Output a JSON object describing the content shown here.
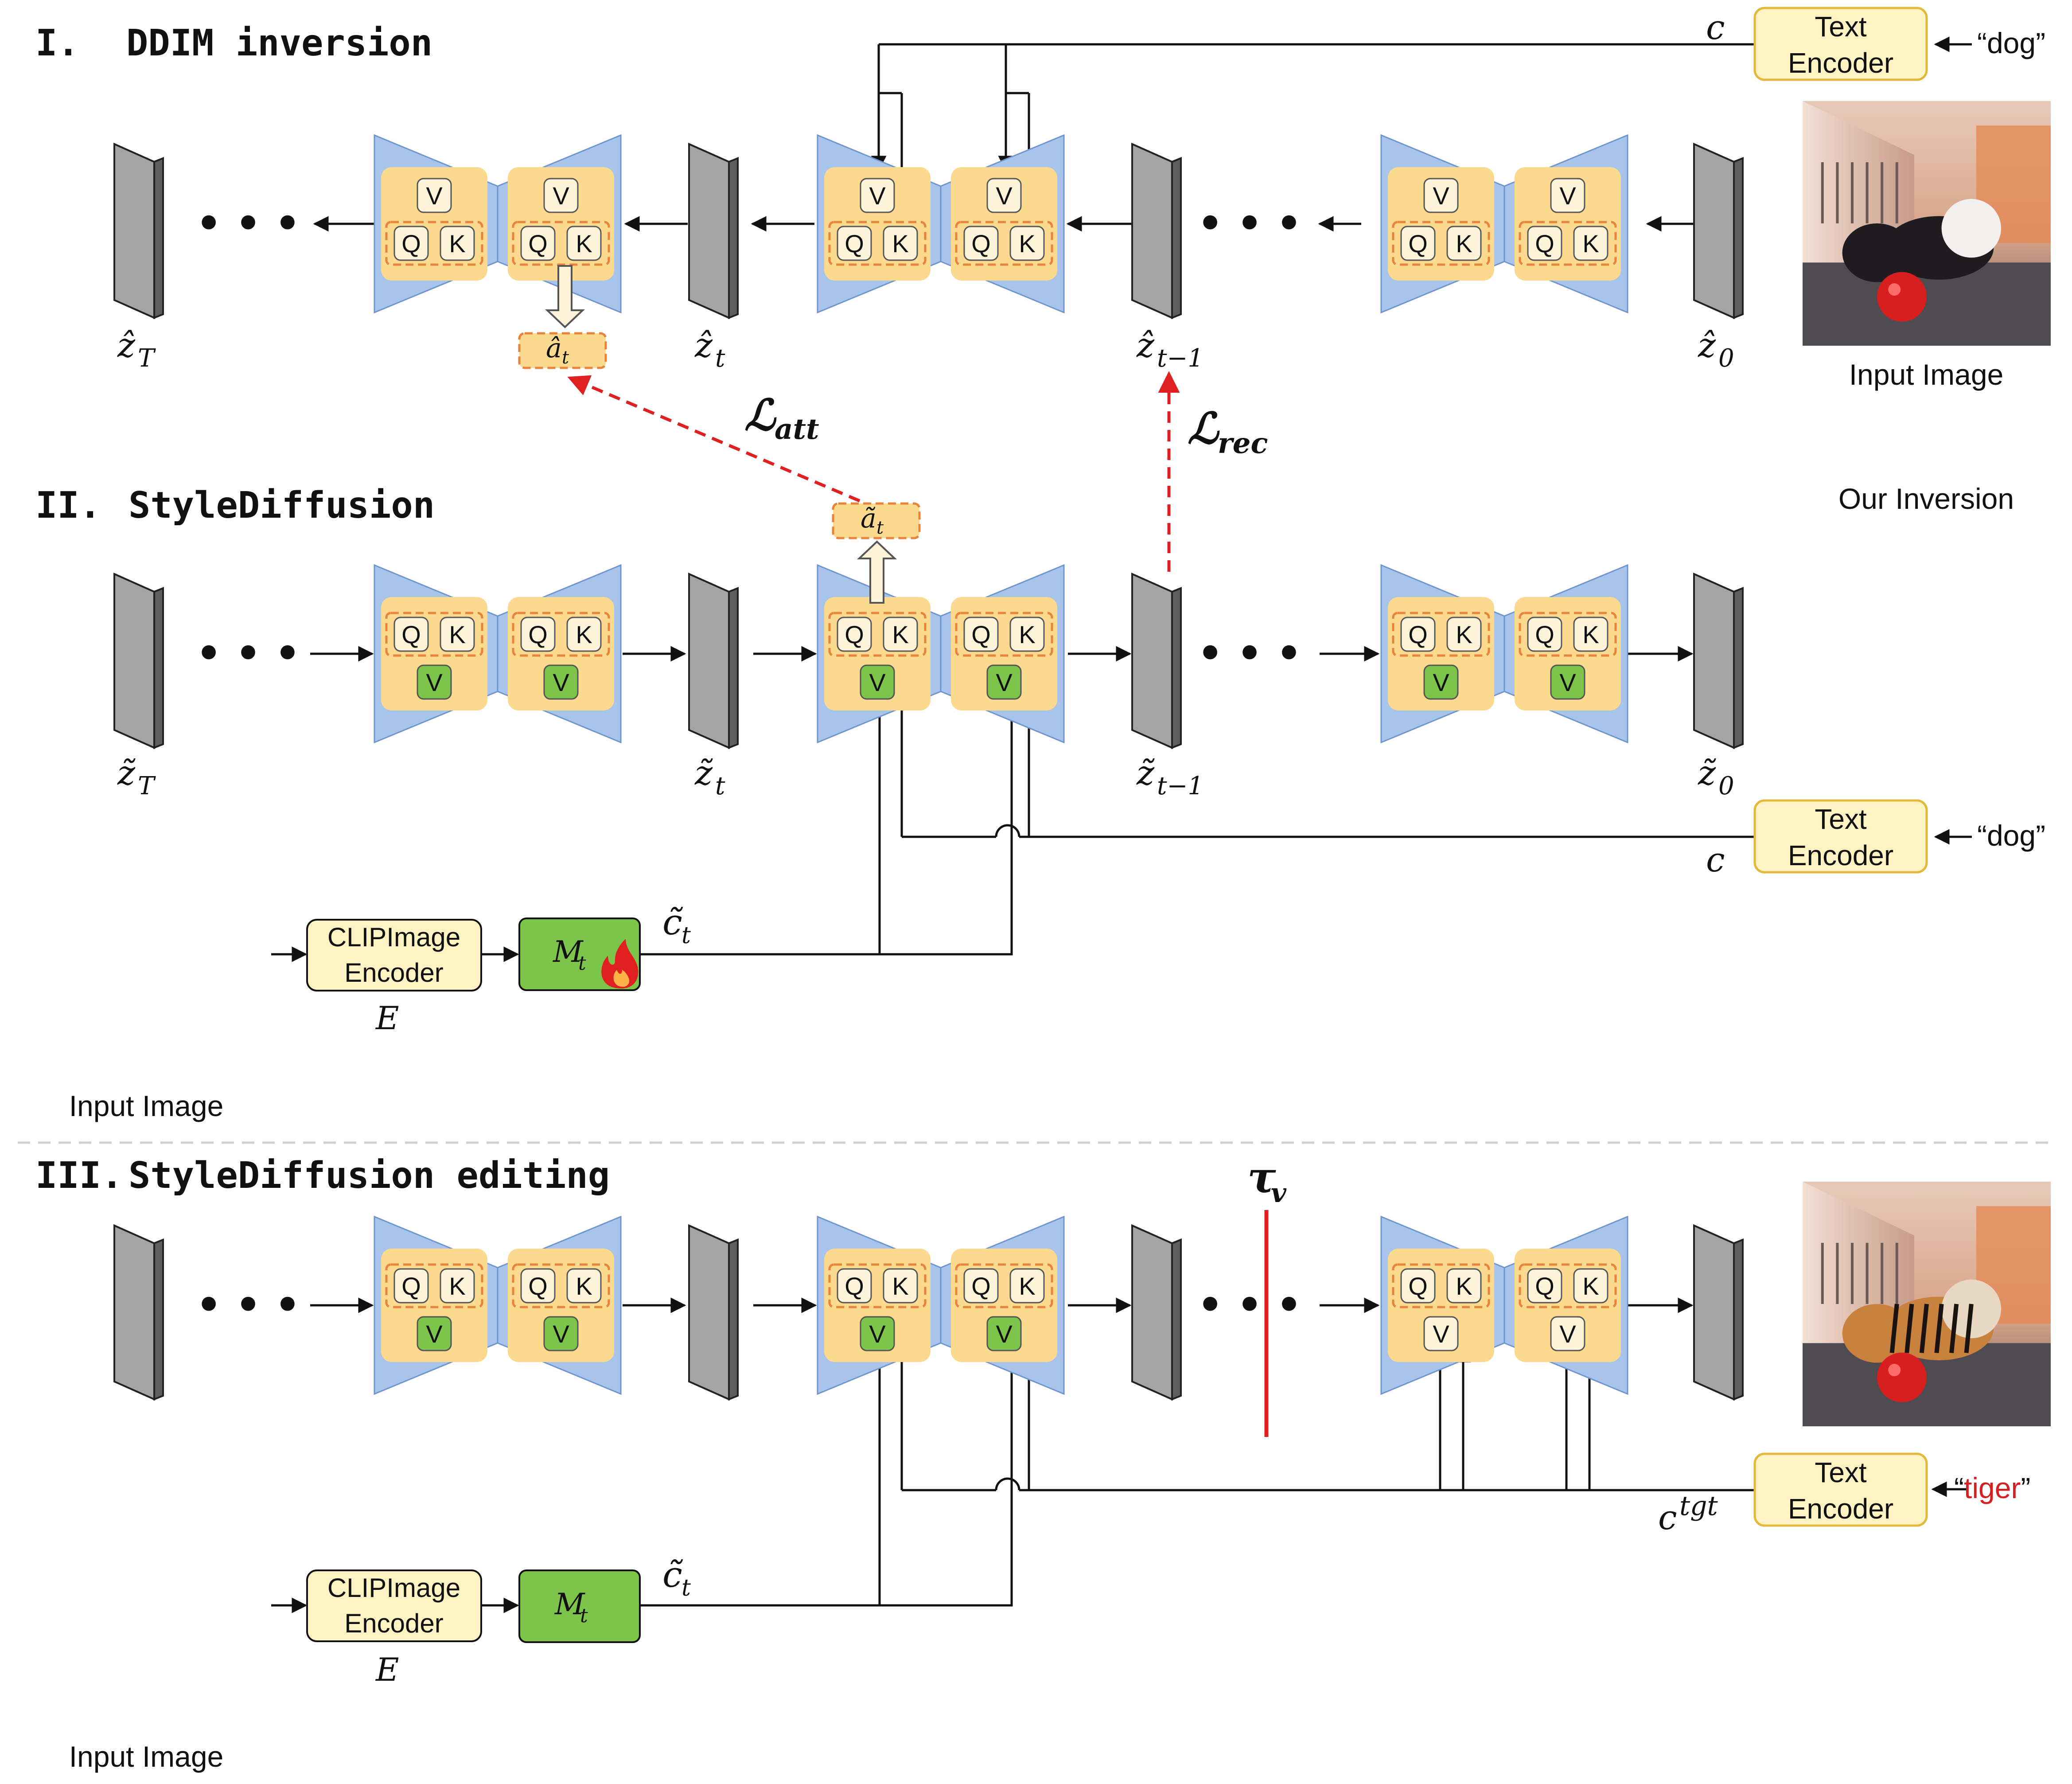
{
  "sections": [
    {
      "id": "I",
      "numeral": "I.",
      "title": "DDIM inversion"
    },
    {
      "id": "II",
      "numeral": "II.",
      "title": "StyleDiffusion"
    },
    {
      "id": "III",
      "numeral": "III.",
      "title": "StyleDiffusion editing"
    }
  ],
  "tokens": {
    "q": "Q",
    "k": "K",
    "v": "V"
  },
  "ellipsis": "• • •",
  "latents": {
    "row1": {
      "zT": "ẑ",
      "zT_sub": "T",
      "zt": "ẑ",
      "zt_sub": "t",
      "zt1": "ẑ",
      "zt1_sub": "t−1",
      "z0": "ẑ",
      "z0_sub": "0"
    },
    "row2": {
      "zT": "z̃",
      "zT_sub": "T",
      "zt": "z̃",
      "zt_sub": "t",
      "zt1": "z̃",
      "zt1_sub": "t−1",
      "z0": "z̃",
      "z0_sub": "0"
    }
  },
  "attention_maps": {
    "hat": "â",
    "hat_sub": "t",
    "tilde": "ã",
    "tilde_sub": "t"
  },
  "losses": {
    "att": {
      "symbol": "ℒ",
      "sub": "att"
    },
    "rec": {
      "symbol": "ℒ",
      "sub": "rec"
    }
  },
  "text_encoders": [
    {
      "line1": "Text",
      "line2": "Encoder",
      "prompt": "“dog”",
      "cond": "c",
      "cond_sup": ""
    },
    {
      "line1": "Text",
      "line2": "Encoder",
      "prompt": "“dog”",
      "cond": "c",
      "cond_sup": ""
    },
    {
      "line1": "Text",
      "line2": "Encoder",
      "prompt_open": "“",
      "prompt_word": "tiger",
      "prompt_close": "”",
      "cond": "c",
      "cond_sup": "tgt"
    }
  ],
  "clip_encoder": {
    "line1": "CLIPImage",
    "line2": "Encoder",
    "symbol": "E"
  },
  "mapping_net": {
    "symbol": "M",
    "sub": "t"
  },
  "ctilde": {
    "symbol": "c̃",
    "sub": "t"
  },
  "tau": {
    "symbol": "τ",
    "sub": "v"
  },
  "image_labels": {
    "input": "Input Image",
    "inversion": "Our Inversion"
  },
  "colors": {
    "unet_fill": "#a9c4ea",
    "unet_stroke": "#6f95cf",
    "attn_block": "#fbd98e",
    "token_v": "#fdf4da",
    "token_v_green": "#7cc44a",
    "dashed_orange": "#e8833a",
    "text_encoder_fill": "#fff3c4",
    "text_encoder_stroke": "#e2b93b",
    "latent_face": "#a4a4a4",
    "mapping_green": "#7cc44a",
    "loss_red": "#e02020",
    "tiger_red": "#d61f1f",
    "separator": "#cfcfcf"
  },
  "icons": [
    "flame-icon",
    "dog-photo",
    "tiger-dog-photo"
  ]
}
